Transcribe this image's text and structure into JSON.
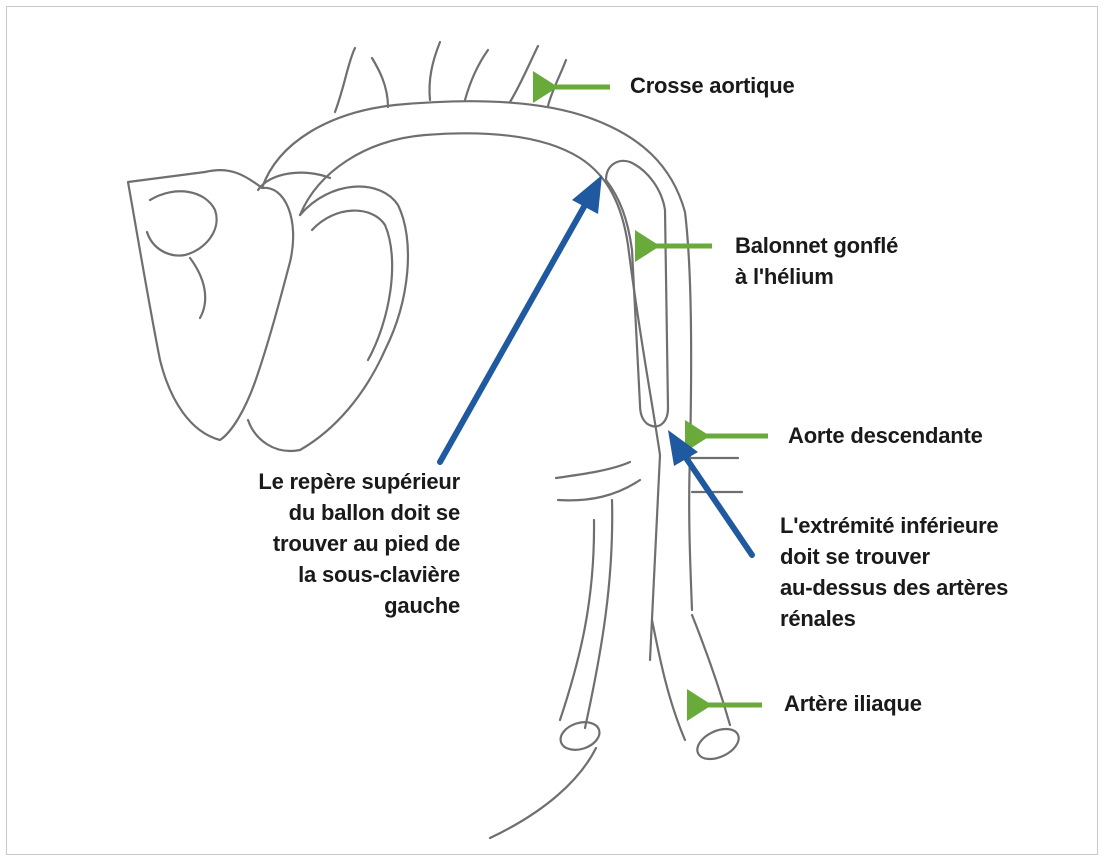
{
  "diagram": {
    "colors": {
      "outline": "#6f6f6f",
      "green_arrow": "#6aaa3a",
      "blue_arrow": "#1f5aa0",
      "text": "#1a1a1a"
    },
    "labels": {
      "crosse_aortique": "Crosse aortique",
      "balonnet": "Balonnet gonflé\nà l'hélium",
      "aorte_descendante": "Aorte descendante",
      "repere_superieur": "Le repère supérieur\ndu ballon doit se\ntrouver au pied de\nla sous-clavière\ngauche",
      "extremite_inferieure": "L'extrémité inférieure\ndoit se trouver\nau-dessus des artères\nrénales",
      "artere_iliaque": "Artère iliaque"
    }
  }
}
